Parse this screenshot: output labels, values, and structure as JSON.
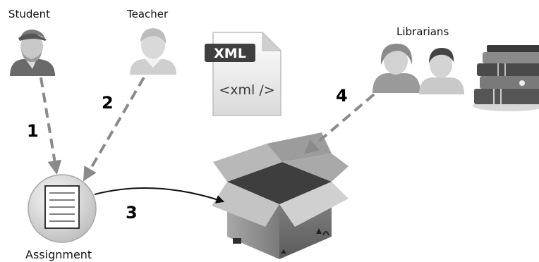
{
  "labels": {
    "student": "Student",
    "teacher": "Teacher",
    "librarians": "Librarians",
    "assignment": "Assignment"
  },
  "xml_icon": {
    "badge": "XML",
    "content": "<xml />"
  },
  "steps": {
    "one": "1",
    "two": "2",
    "three": "3",
    "four": "4"
  },
  "icons": [
    "student-icon",
    "teacher-icon",
    "librarian-female-icon",
    "librarian-male-icon",
    "xml-file-icon",
    "books-stack-icon",
    "assignment-document-icon",
    "open-box-icon"
  ],
  "colors": {
    "dashed_arrow": "#8a8a8a",
    "solid_arrow": "#111111",
    "skin": "#c9c9c9",
    "clothing": "#6e6e6e"
  }
}
